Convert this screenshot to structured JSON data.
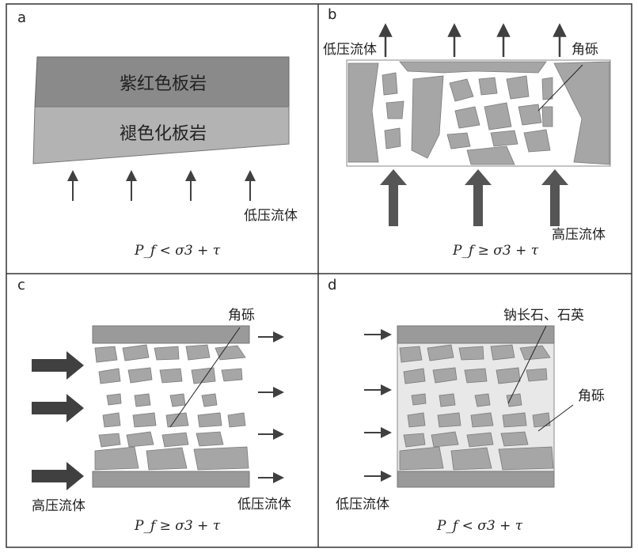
{
  "panels": {
    "a": {
      "letter": "a",
      "top_layer": "紫红色板岩",
      "bottom_layer": "褪色化板岩",
      "fluid_label": "低压流体",
      "equation": "P_f < σ3 + τ"
    },
    "b": {
      "letter": "b",
      "top_label": "低压流体",
      "clast_label": "角砾",
      "bottom_label": "高压流体",
      "equation": "P_f ≥ σ3 + τ"
    },
    "c": {
      "letter": "c",
      "clast_label": "角砾",
      "left_label": "高压流体",
      "right_label": "低压流体",
      "equation": "P_f ≥ σ3 + τ"
    },
    "d": {
      "letter": "d",
      "mineral_label": "钠长石、石英",
      "clast_label": "角砾",
      "left_label": "低压流体",
      "equation": "P_f < σ3 + τ"
    }
  },
  "colors": {
    "rock_dark": "#8a8a8a",
    "rock_light": "#b3b3b3",
    "clast": "#a6a6a6",
    "cement_light": "#e8e8e8",
    "arrow": "#404040"
  }
}
